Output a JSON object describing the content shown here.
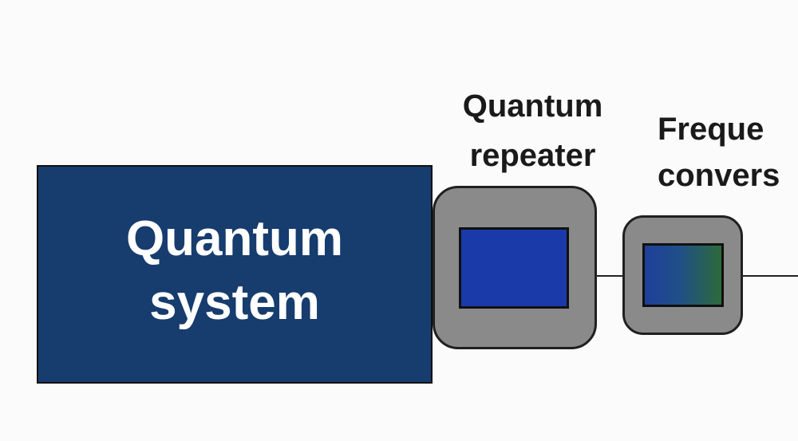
{
  "diagram": {
    "quantum_system": {
      "line1": "Quantum",
      "line2": "system",
      "fill_color": "#173c6e"
    },
    "quantum_repeater": {
      "title_line1": "Quantum",
      "title_line2": "repeater",
      "outer_color": "#8a8a8a",
      "inner_color": "#1a3aaa"
    },
    "frequency_converter": {
      "title_line1": "Freque",
      "title_line2": "convers",
      "outer_color": "#8a8a8a",
      "inner_gradient": [
        "#1f3f9a",
        "#2d6a3a"
      ]
    }
  }
}
